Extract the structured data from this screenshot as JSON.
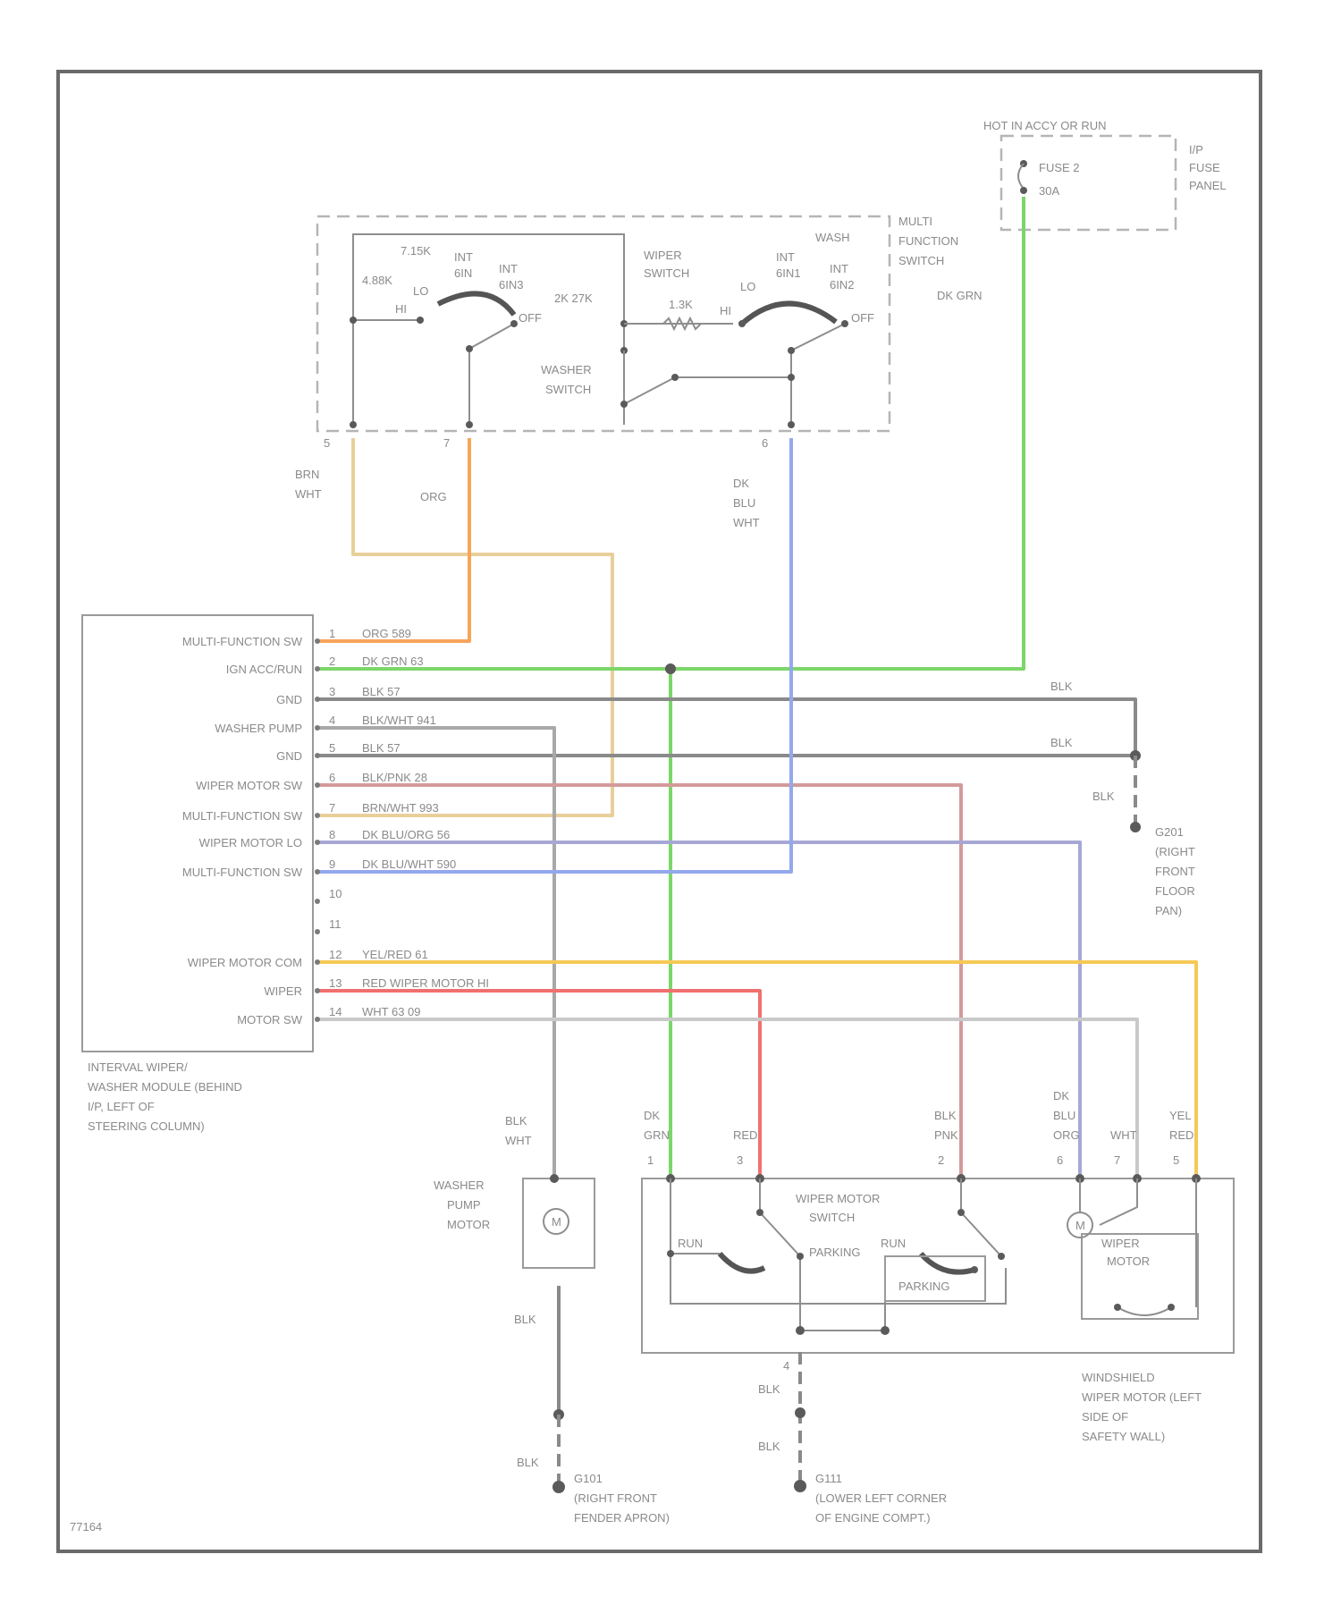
{
  "fuse_panel": {
    "hot_label": "HOT IN ACCY OR RUN",
    "fuse_name": "FUSE 2",
    "fuse_rating": "30A",
    "panel_label": [
      "I/P",
      "FUSE",
      "PANEL"
    ]
  },
  "multi_function_switch": {
    "label": [
      "MULTI",
      "FUNCTION",
      "SWITCH"
    ],
    "wiper_switch_label": [
      "WIPER",
      "SWITCH"
    ],
    "washer_switch_label": [
      "WASHER",
      "SWITCH"
    ],
    "left_positions": [
      "7.15K",
      "INT",
      "6IN",
      "4.88K",
      "INT",
      "6IN3",
      "LO",
      "HI",
      "2K 27K",
      "OFF"
    ],
    "right_positions": [
      "INT",
      "6IN1",
      "WASH",
      "INT",
      "6IN2",
      "LO",
      "HI",
      "OFF",
      "1.3K"
    ],
    "pins": [
      "5",
      "7",
      "6"
    ]
  },
  "wire_labels": {
    "brn_wht": [
      "BRN",
      "WHT"
    ],
    "org": "ORG",
    "dk_blu_wht": [
      "DK",
      "BLU",
      "WHT"
    ],
    "dk_grn": "DK GRN",
    "blk": "BLK"
  },
  "module": {
    "pins": [
      {
        "num": "1",
        "name": "MULTI-FUNCTION SW",
        "wire": "ORG  589"
      },
      {
        "num": "2",
        "name": "IGN ACC/RUN",
        "wire": "DK GRN  63"
      },
      {
        "num": "3",
        "name": "GND",
        "wire": "BLK  57"
      },
      {
        "num": "4",
        "name": "WASHER PUMP",
        "wire": "BLK/WHT  941"
      },
      {
        "num": "5",
        "name": "GND",
        "wire": "BLK  57"
      },
      {
        "num": "6",
        "name": "WIPER MOTOR SW",
        "wire": "BLK/PNK  28"
      },
      {
        "num": "7",
        "name": "MULTI-FUNCTION SW",
        "wire": "BRN/WHT  993"
      },
      {
        "num": "8",
        "name": "WIPER MOTOR LO",
        "wire": "DK BLU/ORG  56"
      },
      {
        "num": "9",
        "name": "MULTI-FUNCTION SW",
        "wire": "DK BLU/WHT  590"
      },
      {
        "num": "10",
        "name": "",
        "wire": ""
      },
      {
        "num": "11",
        "name": "",
        "wire": ""
      },
      {
        "num": "12",
        "name": "WIPER MOTOR COM",
        "wire": "YEL/RED  61"
      },
      {
        "num": "13",
        "name": "WIPER",
        "wire": "RED  WIPER MOTOR HI"
      },
      {
        "num": "14",
        "name": "MOTOR SW",
        "wire": "WHT  63 09"
      }
    ],
    "caption": [
      "INTERVAL WIPER/",
      "WASHER MODULE (BEHIND",
      "I/P, LEFT OF",
      "STEERING COLUMN)"
    ]
  },
  "ground_right": {
    "wire": "BLK",
    "label": [
      "G201",
      "(RIGHT",
      "FRONT",
      "FLOOR",
      "PAN)"
    ]
  },
  "washer_pump": {
    "label": [
      "WASHER",
      "PUMP",
      "MOTOR"
    ],
    "wire_top": [
      "BLK",
      "WHT"
    ],
    "wire_bottom": "BLK",
    "ground_wire": "BLK",
    "ground_label": [
      "G101",
      "(RIGHT FRONT",
      "FENDER APRON)"
    ]
  },
  "wiper_motor": {
    "switch_label": [
      "WIPER MOTOR",
      "SWITCH"
    ],
    "run_label": "RUN",
    "park_label": "PARKING",
    "motor_label": [
      "WIPER",
      "MOTOR"
    ],
    "pin_wires": [
      {
        "pin": "1",
        "wire": [
          "DK",
          "GRN"
        ]
      },
      {
        "pin": "3",
        "wire": [
          "RED"
        ]
      },
      {
        "pin": "2",
        "wire": [
          "BLK",
          "PNK"
        ]
      },
      {
        "pin": "6",
        "wire": [
          "DK",
          "BLU",
          "ORG"
        ]
      },
      {
        "pin": "7",
        "wire": [
          "WHT"
        ]
      },
      {
        "pin": "5",
        "wire": [
          "YEL",
          "RED"
        ]
      }
    ],
    "ground_pin": "4",
    "ground_wire_1": "BLK",
    "ground_wire_2": "BLK",
    "ground_label": [
      "G111",
      "(LOWER LEFT CORNER",
      "OF ENGINE COMPT.)"
    ],
    "caption": [
      "WINDSHIELD",
      "WIPER MOTOR (LEFT",
      "SIDE OF",
      "SAFETY WALL)"
    ]
  },
  "figure_id": "77164",
  "colors": {
    "org": "#f6a55a",
    "brn_wht": "#e8cf9a",
    "dk_grn": "#7cd66a",
    "dk_blu_wht": "#93a8ec",
    "blk": "#8a8a8a",
    "blk_pnk": "#d49a9a",
    "dk_blu_org": "#a7a7d6",
    "yel_red": "#f5c956",
    "red": "#f07070",
    "wht": "#c9c9c9"
  }
}
